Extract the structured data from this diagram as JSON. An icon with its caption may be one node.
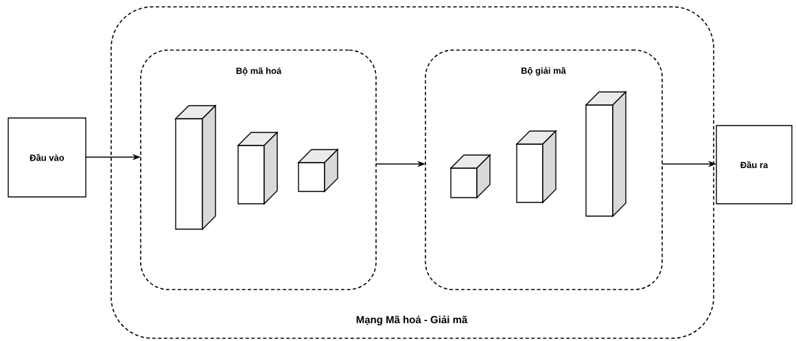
{
  "diagram": {
    "nodes": [
      {
        "text": [
          "Đầu vào"
        ]
      },
      {
        "text": [
          "Mạng Mã hoá - Giải mã"
        ]
      },
      {
        "text": [
          "Bộ mã hoá"
        ],
        "in": 1
      },
      {
        "text": [],
        "shape": "box",
        "in": 2
      },
      {
        "text": [],
        "shape": "box",
        "in": 2
      },
      {
        "text": [],
        "shape": "box",
        "in": 2
      },
      {
        "text": [
          "Bộ giải mã"
        ],
        "in": 1
      },
      {
        "text": [],
        "shape": "box",
        "in": 6
      },
      {
        "text": [],
        "shape": "box",
        "in": 6
      },
      {
        "text": [],
        "shape": "box",
        "in": 6
      },
      {
        "text": [
          "Đầu ra"
        ]
      }
    ],
    "edges": [
      {
        "from": 0,
        "to": 2,
        "arrow": "to"
      },
      {
        "from": 2,
        "to": 6,
        "arrow": "to"
      },
      {
        "from": 6,
        "to": 10,
        "arrow": "to"
      }
    ]
  }
}
